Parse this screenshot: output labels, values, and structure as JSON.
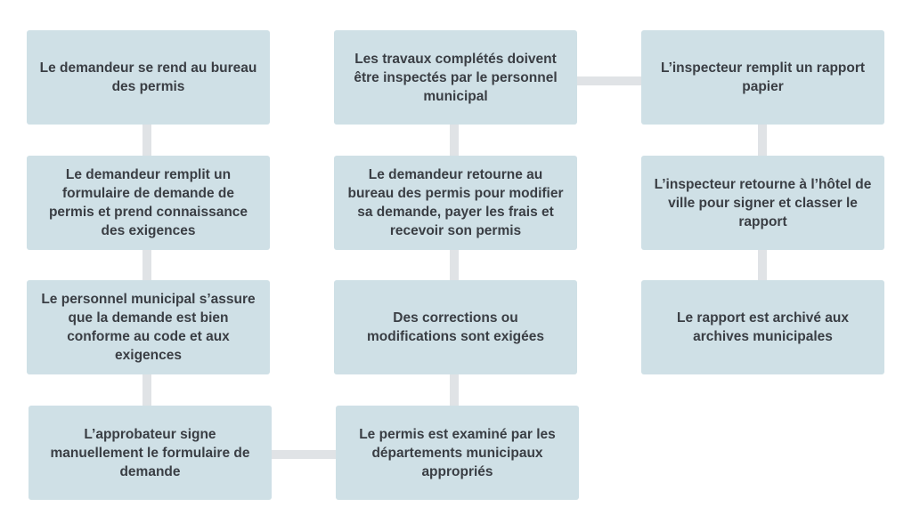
{
  "flowchart": {
    "steps": [
      "Le demandeur se rend au bureau des permis",
      "Le demandeur remplit un formulaire de demande de permis et prend connaissance des exigences",
      "Le personnel municipal s’assure que la demande est bien conforme au code et aux exigences",
      "L’approbateur signe manuellement le formulaire de demande",
      "Le permis est examiné par les départements municipaux appropriés",
      "Des corrections ou modifications sont exigées",
      "Le demandeur retourne au bureau des permis pour modifier sa demande, payer les frais et recevoir son permis",
      "Les travaux complétés doivent être inspectés par le personnel municipal",
      "L’inspecteur remplit un rapport papier",
      "L’inspecteur retourne à l’hôtel de ville pour signer et classer le rapport",
      "Le rapport est archivé aux archives municipales"
    ],
    "colors": {
      "box": "#cfe0e6",
      "connector": "#e0e3e6",
      "text": "#3a3e44"
    }
  }
}
